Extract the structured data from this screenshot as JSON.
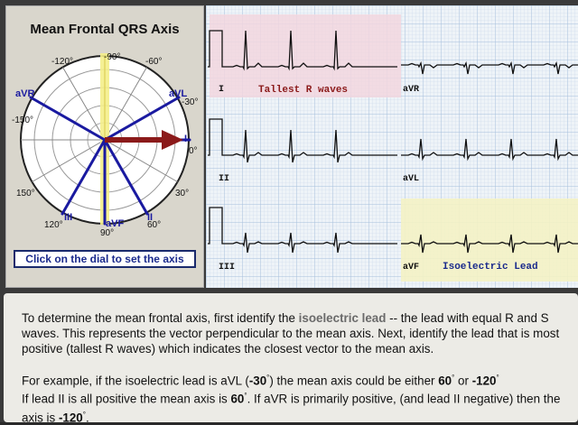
{
  "panel": {
    "title": "Mean Frontal QRS Axis",
    "hint": "Click on the dial to set the axis"
  },
  "dial": {
    "angle_labels": [
      "-120°",
      "-90°",
      "-60°",
      "-30°",
      "0°",
      "30°",
      "60°",
      "90°",
      "120°",
      "150°",
      "-150°"
    ],
    "lead_labels": [
      "aVR",
      "aVL",
      "I",
      "II",
      "III",
      "aVF"
    ],
    "selected_axis_deg": 0,
    "colors": {
      "leads": "#1a1aa0",
      "vector": "#8b1a1a",
      "highlight": "#f4ee8a"
    }
  },
  "ecg": {
    "leads": [
      "I",
      "aVR",
      "II",
      "aVL",
      "III",
      "aVF"
    ],
    "callouts": {
      "tallest": "Tallest R waves",
      "isoelectric": "Isoelectric Lead"
    },
    "colors": {
      "grid": "#a6bfdc",
      "trace": "#111111",
      "tallest_bg": "#f2d6df",
      "iso_bg": "#f4f2c4"
    }
  },
  "explanation": {
    "p1_a": "To determine the mean frontal axis, first identify the ",
    "p1_iso": "isoelectric lead",
    "p1_b": " -- the lead with equal R and S waves. This represents the vector perpendicular to the mean axis. Next, identify the lead that is most positive (tallest R waves) which indicates the closest vector to the mean axis.",
    "p2_a": "For example, if the isoelectric lead is aVL (",
    "p2_v1": "-30",
    "p2_b": ") the mean axis could be either ",
    "p2_v2": "60",
    "p2_c": " or ",
    "p2_v3": "-120",
    "p2_d": " If lead II is all positive the mean axis is ",
    "p2_v4": "60",
    "p2_e": ". If aVR is primarily positive, (and lead II negative) then the axis is ",
    "p2_v5": "-120",
    "p2_f": "."
  }
}
